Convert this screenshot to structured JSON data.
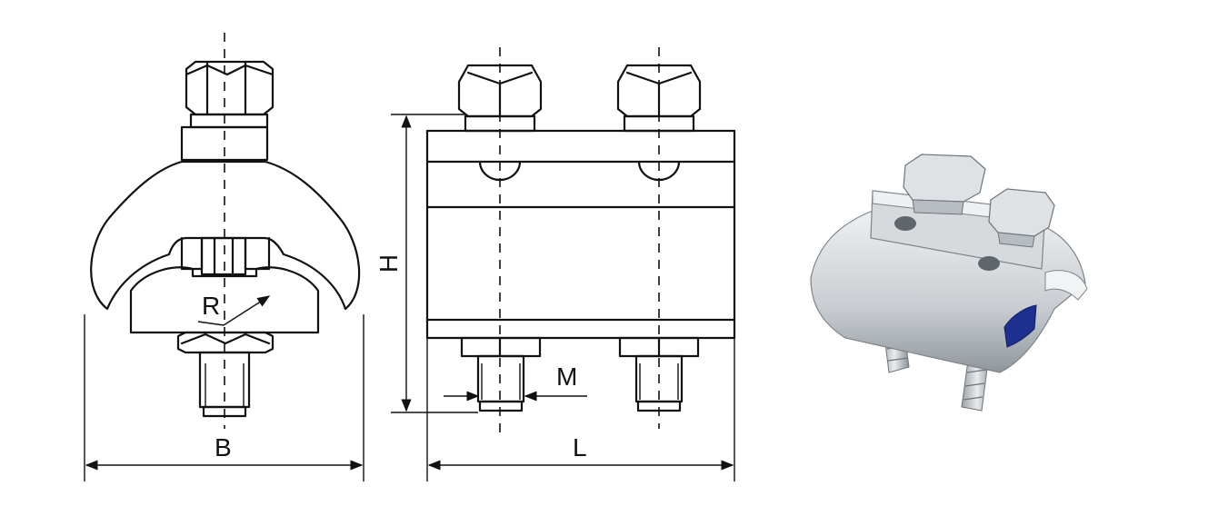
{
  "labels": {
    "radius": "R",
    "width": "B",
    "height": "H",
    "bolt": "M",
    "length": "L"
  },
  "colors": {
    "line": "#111111",
    "background": "#ffffff",
    "metal_light": "#e6e8ea",
    "metal_mid": "#b9bec3",
    "metal_dark": "#7d8489",
    "insulator_blue": "#1d2f8f"
  },
  "icons": {
    "photo": "clamp-product-photo-icon"
  }
}
